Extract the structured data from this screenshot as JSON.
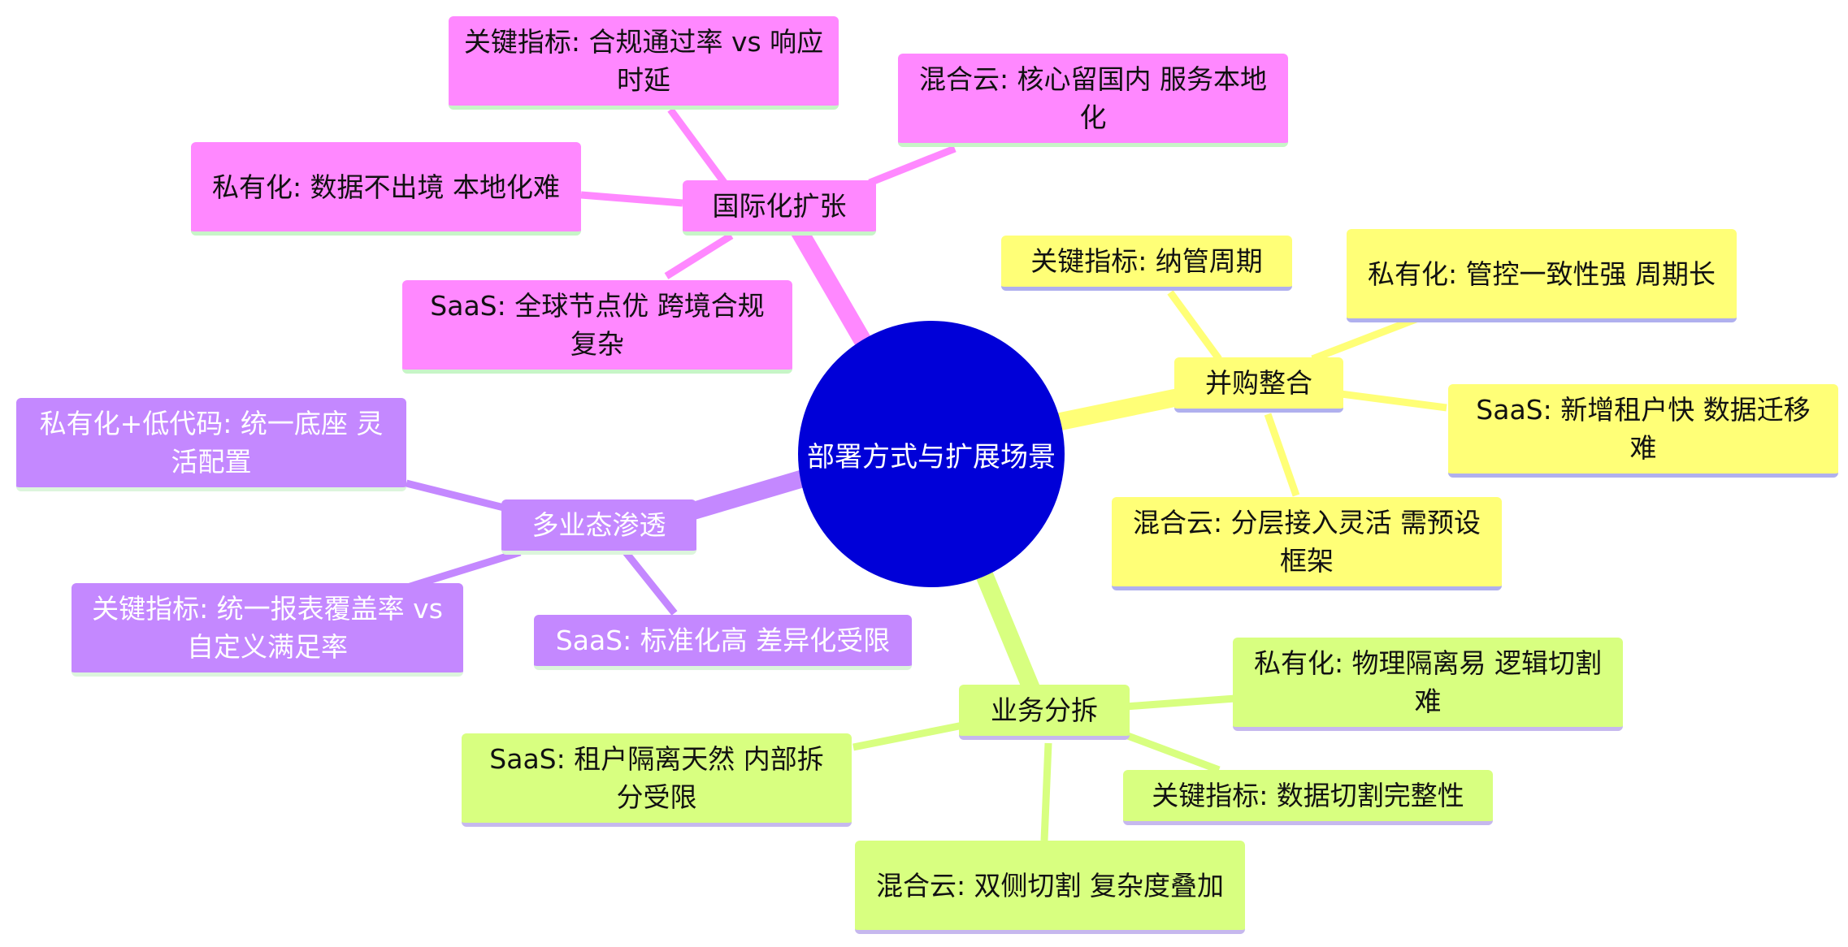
{
  "root": {
    "label": "部署方式与扩展场景",
    "color": "#0000d8"
  },
  "branches": {
    "intl": {
      "label": "国际化扩张",
      "color": "#ff88ff",
      "leaves": [
        "关键指标: 合规通过率 vs 响应时延",
        "混合云: 核心留国内 服务本地化",
        "私有化: 数据不出境 本地化难",
        "SaaS: 全球节点优 跨境合规复杂"
      ]
    },
    "merge": {
      "label": "并购整合",
      "color": "#ffff77",
      "leaves": [
        "关键指标: 纳管周期",
        "私有化: 管控一致性强 周期长",
        "SaaS: 新增租户快 数据迁移难",
        "混合云: 分层接入灵活 需预设框架"
      ]
    },
    "multi": {
      "label": "多业态渗透",
      "color": "#c488ff",
      "leaves": [
        "私有化+低代码: 统一底座 灵活配置",
        "关键指标: 统一报表覆盖率 vs 自定义满足率",
        "SaaS: 标准化高 差异化受限"
      ]
    },
    "split": {
      "label": "业务分拆",
      "color": "#d8ff80",
      "leaves": [
        "私有化: 物理隔离易 逻辑切割难",
        "SaaS: 租户隔离天然 内部拆分受限",
        "关键指标: 数据切割完整性",
        "混合云: 双侧切割 复杂度叠加"
      ]
    }
  }
}
